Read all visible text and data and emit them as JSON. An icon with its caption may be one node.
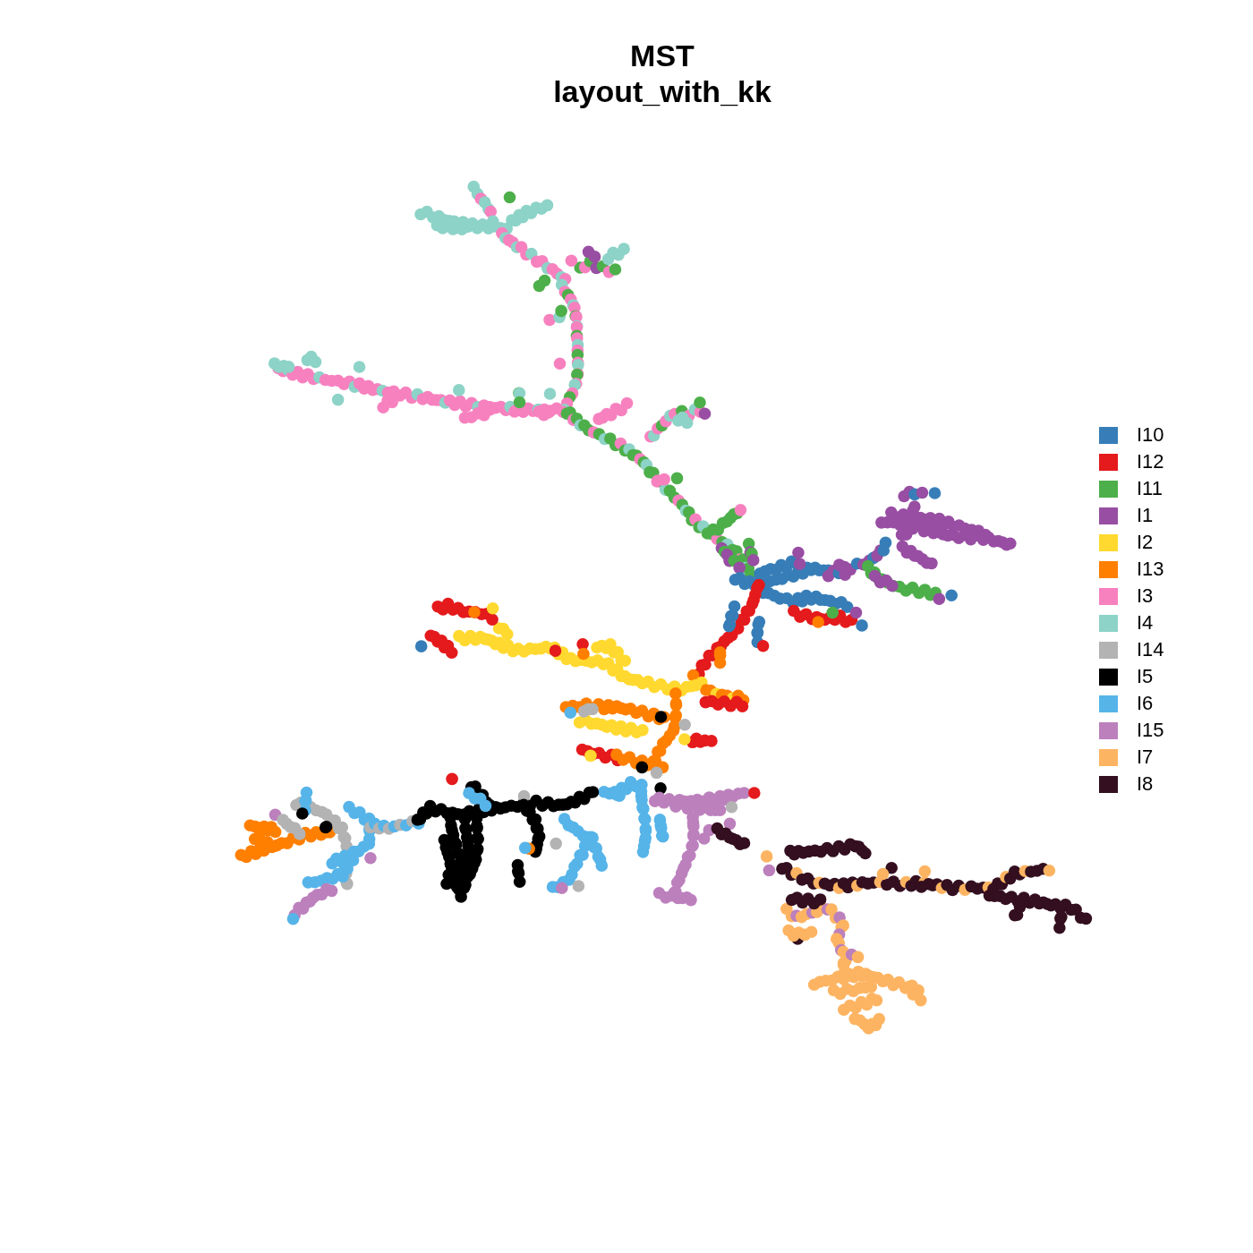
{
  "diagram": {
    "title": "MST layout_with_kk",
    "legend": [
      {
        "text": "I10",
        "color": "#377eb8"
      },
      {
        "text": "I12",
        "color": "#e41a1c"
      },
      {
        "text": "I11",
        "color": "#4daf4a"
      },
      {
        "text": "I1",
        "color": "#984ea3"
      },
      {
        "text": "I2",
        "color": "#ffd92f"
      },
      {
        "text": "I13",
        "color": "#ff7f00"
      },
      {
        "text": "I3",
        "color": "#f781bf"
      },
      {
        "text": "I4",
        "color": "#8dd3c7"
      },
      {
        "text": "I14",
        "color": "#b3b3b3"
      },
      {
        "text": "I5",
        "color": "#000000"
      },
      {
        "text": "I6",
        "color": "#56b4e9"
      },
      {
        "text": "I15",
        "color": "#bc80bd"
      },
      {
        "text": "I7",
        "color": "#fdb462"
      },
      {
        "text": "I8",
        "color": "#330f1f"
      }
    ]
  }
}
